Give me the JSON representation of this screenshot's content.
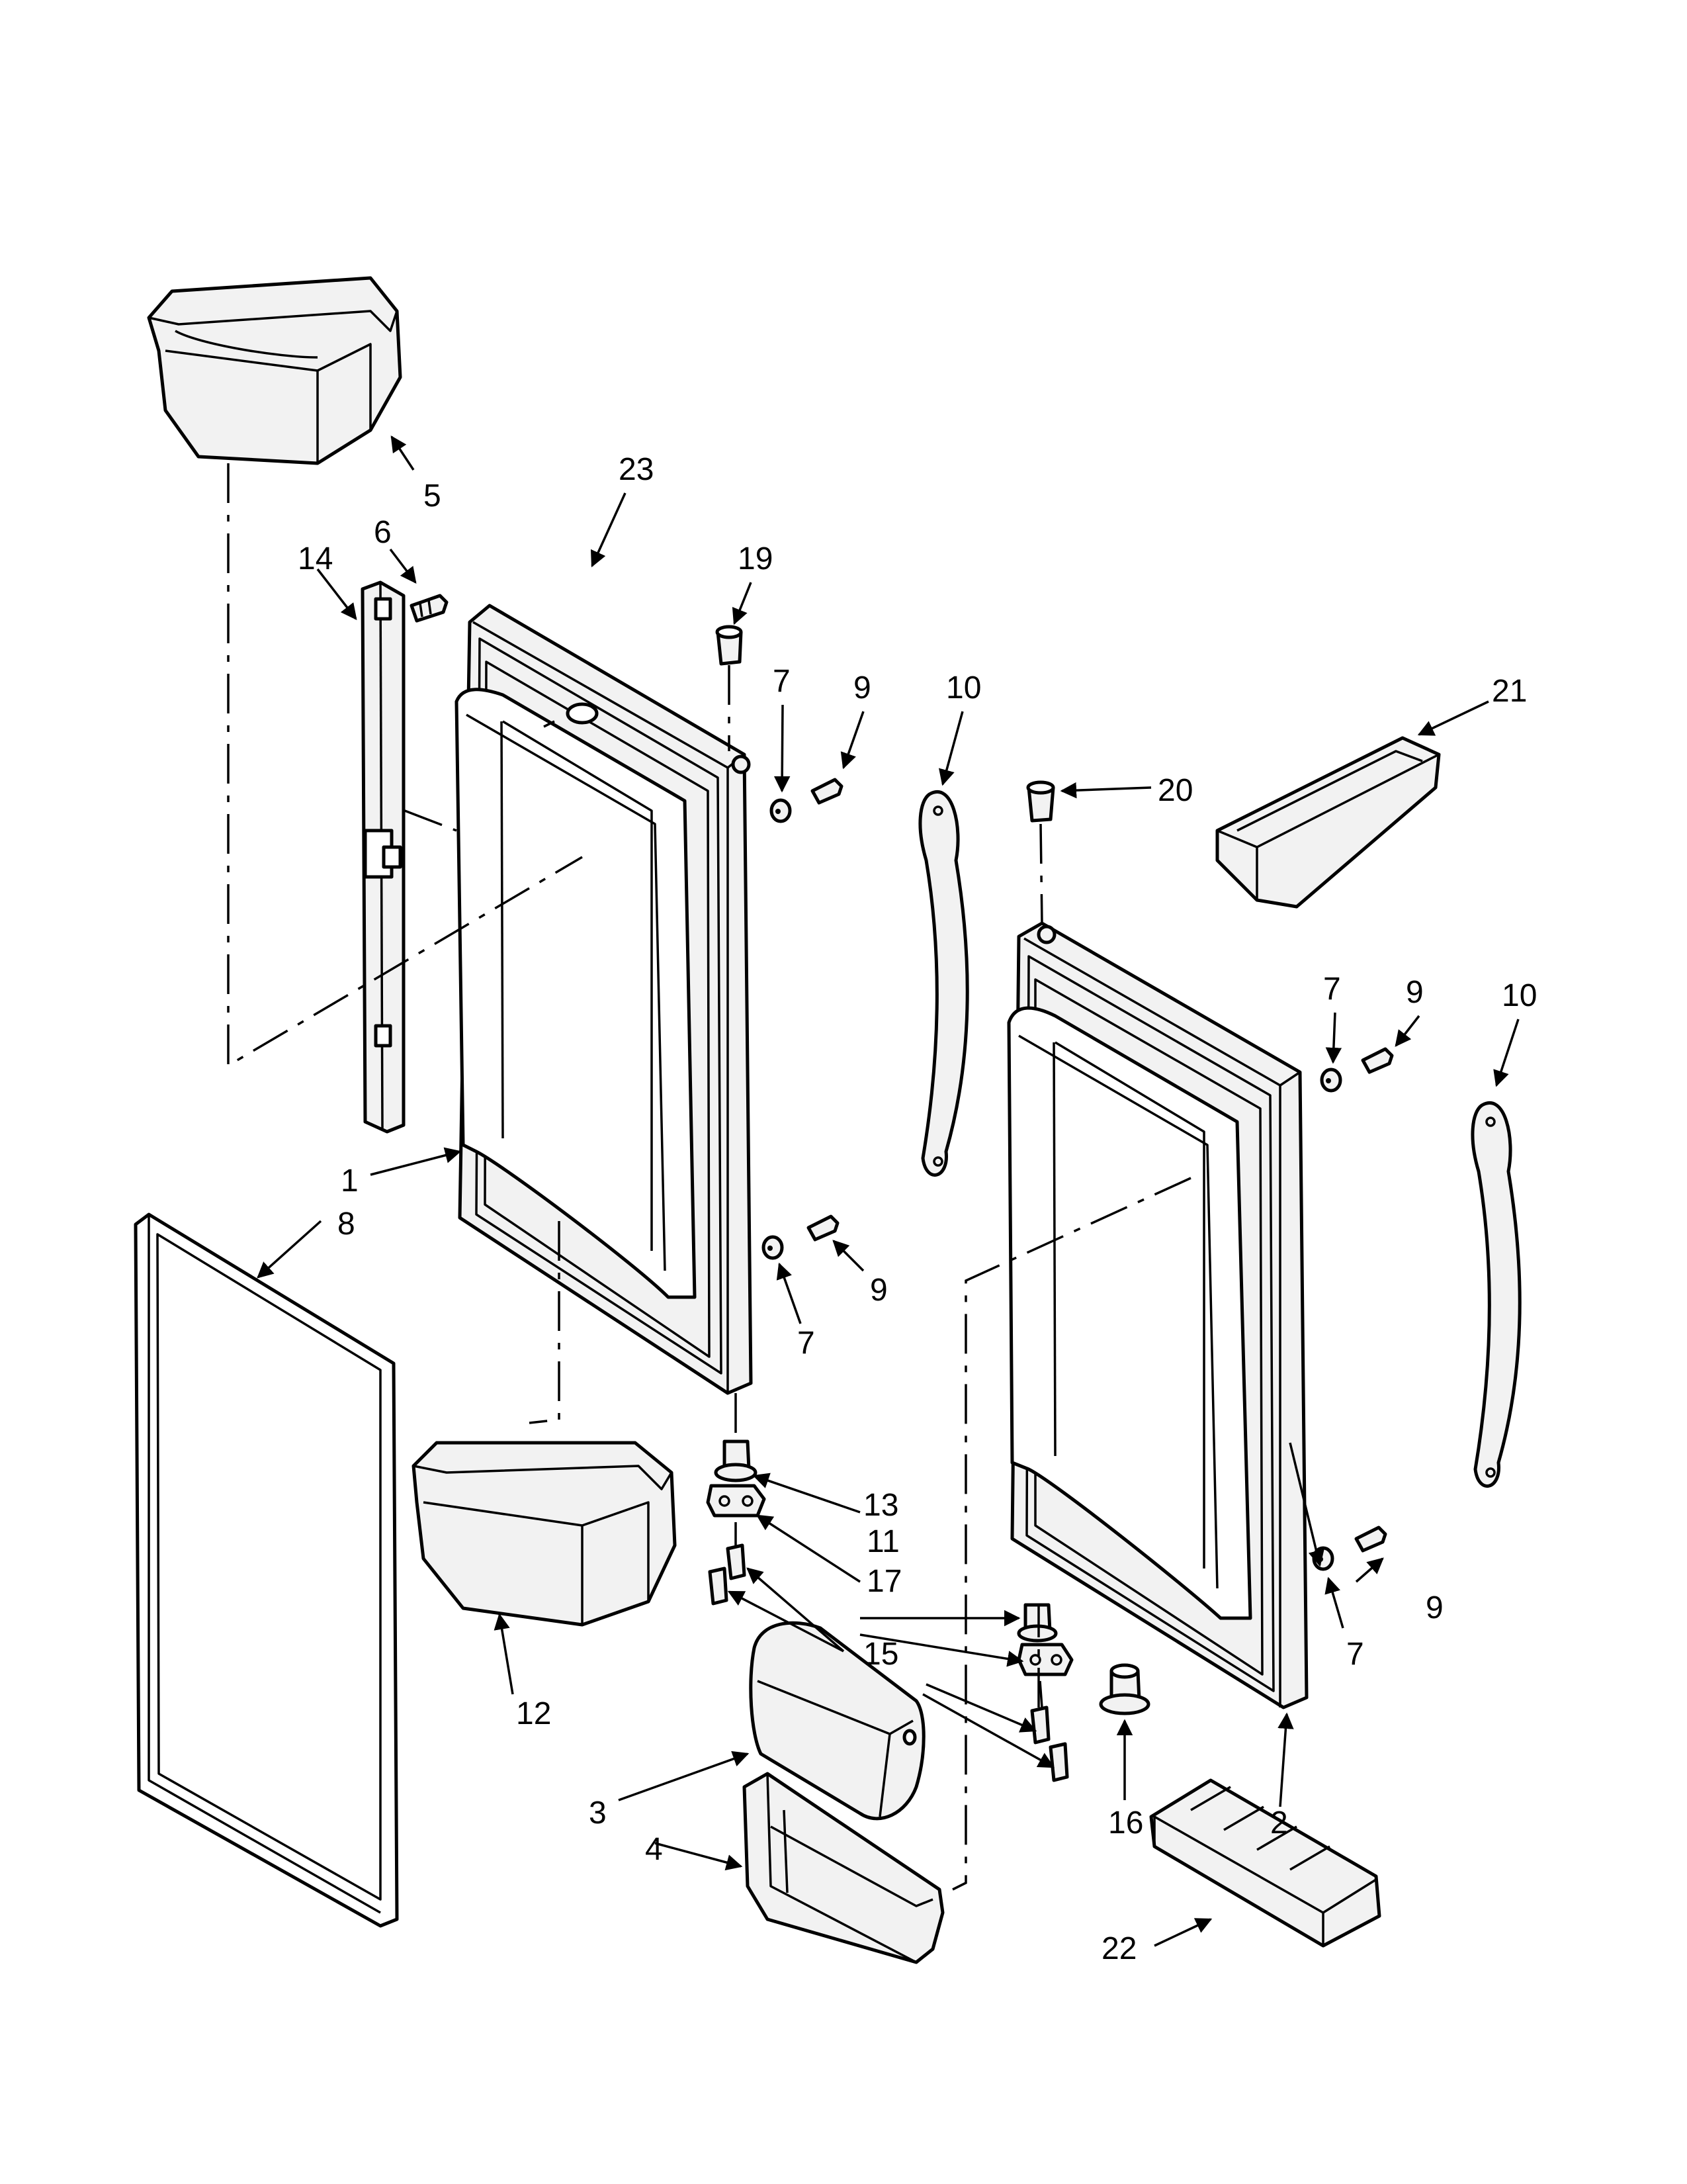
{
  "callouts": [
    {
      "id": "1",
      "text": "1"
    },
    {
      "id": "2",
      "text": "2"
    },
    {
      "id": "3",
      "text": "3"
    },
    {
      "id": "4",
      "text": "4"
    },
    {
      "id": "5",
      "text": "5"
    },
    {
      "id": "6",
      "text": "6"
    },
    {
      "id": "7a",
      "text": "7"
    },
    {
      "id": "7b",
      "text": "7"
    },
    {
      "id": "7c",
      "text": "7"
    },
    {
      "id": "7d",
      "text": "7"
    },
    {
      "id": "8",
      "text": "8"
    },
    {
      "id": "9a",
      "text": "9"
    },
    {
      "id": "9b",
      "text": "9"
    },
    {
      "id": "9c",
      "text": "9"
    },
    {
      "id": "9d",
      "text": "9"
    },
    {
      "id": "10a",
      "text": "10"
    },
    {
      "id": "10b",
      "text": "10"
    },
    {
      "id": "11",
      "text": "11"
    },
    {
      "id": "12",
      "text": "12"
    },
    {
      "id": "13",
      "text": "13"
    },
    {
      "id": "14",
      "text": "14"
    },
    {
      "id": "15",
      "text": "15"
    },
    {
      "id": "16",
      "text": "16"
    },
    {
      "id": "17",
      "text": "17"
    },
    {
      "id": "19",
      "text": "19"
    },
    {
      "id": "20",
      "text": "20"
    },
    {
      "id": "21",
      "text": "21"
    },
    {
      "id": "22",
      "text": "22"
    },
    {
      "id": "23",
      "text": "23"
    }
  ]
}
